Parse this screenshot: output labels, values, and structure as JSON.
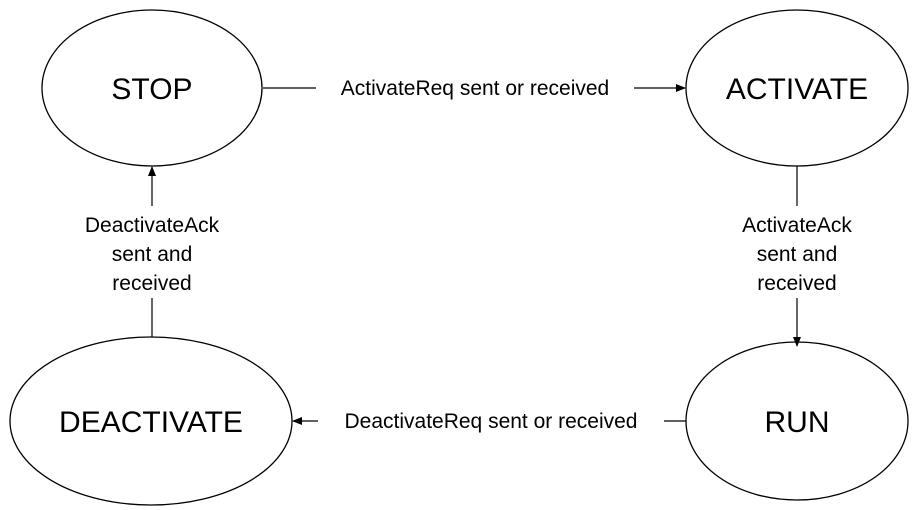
{
  "states": {
    "stop": "STOP",
    "activate": "ACTIVATE",
    "deactivate": "DEACTIVATE",
    "run": "RUN"
  },
  "transitions": {
    "stop_to_activate": "ActivateReq sent or received",
    "activate_to_run": [
      "ActivateAck",
      "sent and",
      "received"
    ],
    "run_to_deactivate": "DeactivateReq sent or received",
    "deactivate_to_stop": [
      "DeactivateAck",
      "sent and",
      "received"
    ]
  }
}
